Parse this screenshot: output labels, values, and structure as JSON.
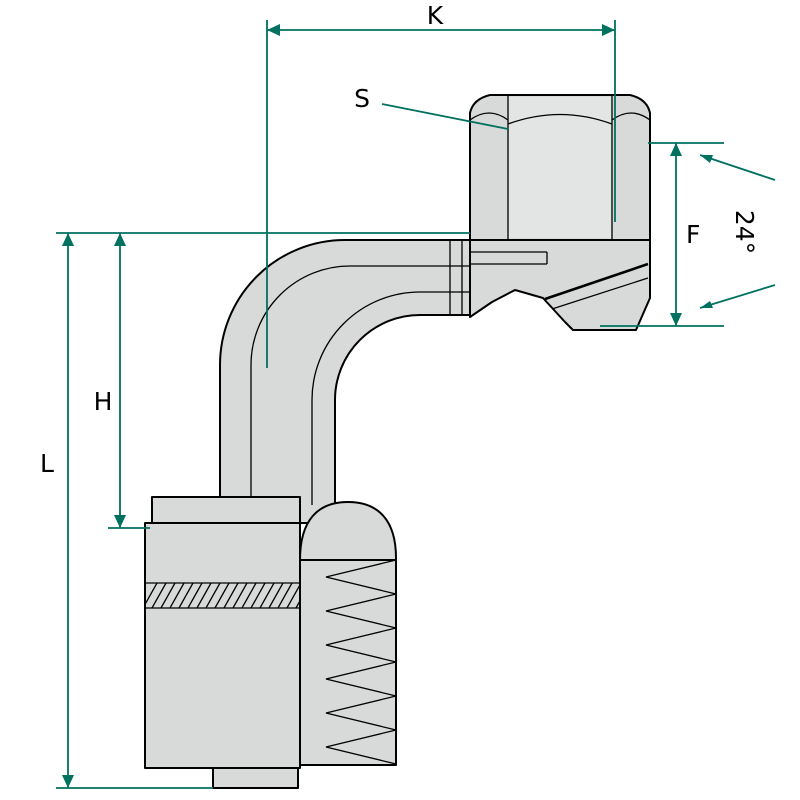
{
  "diagram": {
    "labels": {
      "k": "K",
      "s": "S",
      "f": "F",
      "angle": "24°",
      "h": "H",
      "l": "L"
    },
    "colors": {
      "dimension": "#00705f",
      "outline": "#000000",
      "fill": "#d7dad9",
      "fill-light": "#e2e5e4",
      "fill-shade": "#cdd1d0",
      "background": "#ffffff"
    }
  }
}
